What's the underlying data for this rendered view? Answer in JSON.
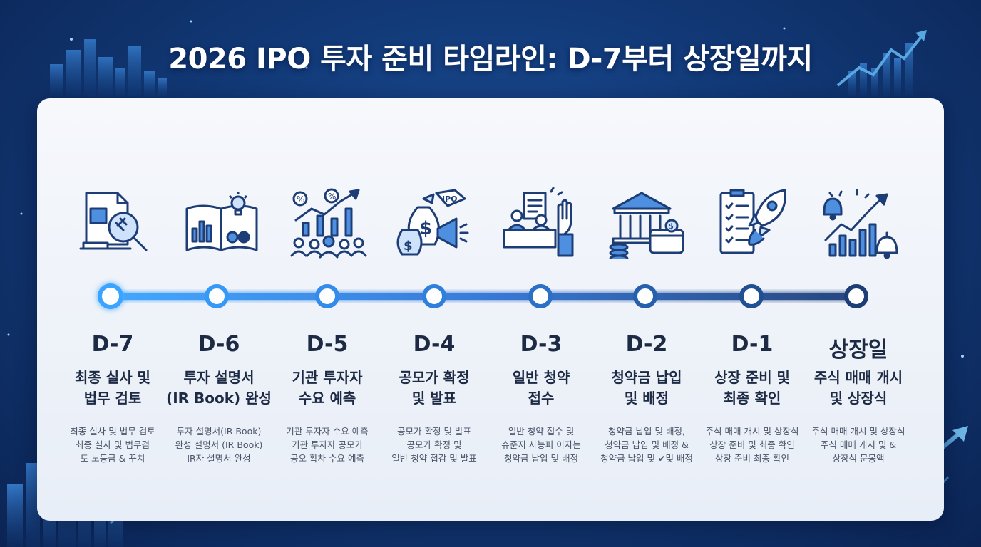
{
  "title": "2026 IPO 투자 준비 타임라인: D-7부터 상장일까지",
  "colors": {
    "accent": "#2a8cff",
    "node_dark": "#1d3d77",
    "text": "#1d2a44"
  },
  "steps": [
    {
      "day": "D-7",
      "title": "최종 실사 및\n법무 검토",
      "desc": "최종 실사 및 법무 검토\n최종 실사 및 법무검\n토 노등금 & 꾸치",
      "icon": "document-gavel-magnifier-icon"
    },
    {
      "day": "D-6",
      "title": "투자 설명서\n(IR Book) 완성",
      "desc": "투자 설명서(IR Book)\n완성 설명서 (IR Book)\nIR자 설명서 완성",
      "icon": "open-book-chart-icon"
    },
    {
      "day": "D-5",
      "title": "기관 투자자\n수요 예측",
      "desc": "기관 투자자 수요 예측\n기관 투자자 공모가\n공오 확차 수요 예측",
      "icon": "investors-growth-chart-icon"
    },
    {
      "day": "D-4",
      "title": "공모가 확정\n및 발표",
      "desc": "공모가 확정 및 발표\n공모가 확정 및\n일반 청약 접감 및 발표",
      "icon": "money-bag-megaphone-icon"
    },
    {
      "day": "D-3",
      "title": "일반 청약\n접수",
      "desc": "일반 청약 접수 및\n슈준지 사능퍼 이자는\n청약금 납입 및 배정",
      "icon": "subscription-desk-icon"
    },
    {
      "day": "D-2",
      "title": "청약금 납입\n및 배정",
      "desc": "청약금 납입 및 배정,\n청약금 납입 및 배정 &\n청약금 납입 및 ✔및 배정",
      "icon": "bank-coins-wallet-icon"
    },
    {
      "day": "D-1",
      "title": "상장 준비 및\n최종 확인",
      "desc": "주식 매매 개시 및 상장식\n상장 준비 및 최종 확인\n상장 준비 최종 확인",
      "icon": "checklist-rocket-icon"
    },
    {
      "day": "상장일",
      "title": "주식 매매 개시\n및 상장식",
      "desc": "주식 매매 개시 및 상장식\n주식 매매 개시 및 &\n상장식 문몽액",
      "icon": "bells-rising-chart-icon"
    }
  ]
}
